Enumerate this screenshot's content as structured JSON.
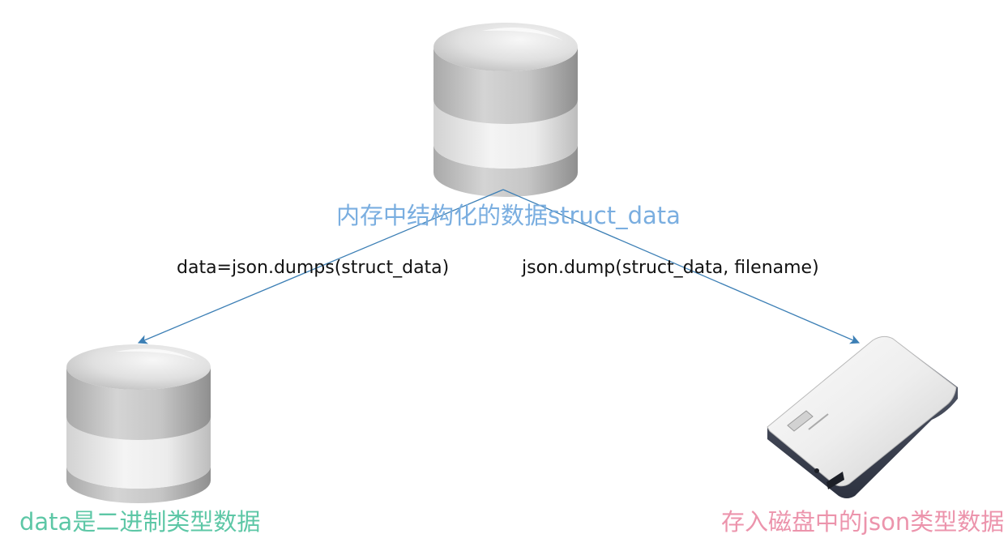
{
  "nodes": {
    "memory": {
      "label": "内存中结构化的数据struct_data",
      "color": "#7aaee0",
      "icon": "database-icon"
    },
    "binary": {
      "label": "data是二进制类型数据",
      "color": "#5dc7a6",
      "icon": "database-icon"
    },
    "disk": {
      "label": "存入磁盘中的json类型数据",
      "color": "#ec94ac",
      "icon": "external-hard-drive-icon"
    }
  },
  "edges": {
    "dumps": {
      "label": "data=json.dumps(struct_data)",
      "from": "memory",
      "to": "binary"
    },
    "dump": {
      "label": "json.dump(struct_data, filename)",
      "from": "memory",
      "to": "disk"
    }
  },
  "colors": {
    "arrow": "#3c7fb5"
  }
}
